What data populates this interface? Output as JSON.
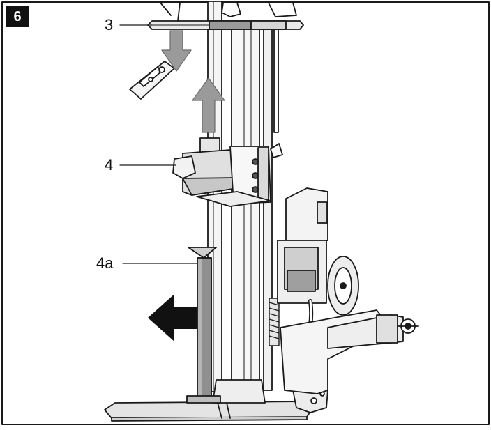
{
  "figure": {
    "step_number": "6",
    "callouts": {
      "part_3": "3",
      "part_4": "4",
      "part_4a": "4a"
    }
  },
  "colors": {
    "line": "#1a1a1a",
    "arrow_light": "#9a9a9a",
    "arrow_dark": "#111111",
    "part_fill": "#c9c9c9",
    "part_fill_dark": "#8f8f8f",
    "base_fill": "#e4e4e4"
  },
  "icons": {
    "move_up_arrow": "arrow-up-icon",
    "move_down_arrow": "arrow-down-icon",
    "move_left_arrow": "arrow-left-icon"
  }
}
